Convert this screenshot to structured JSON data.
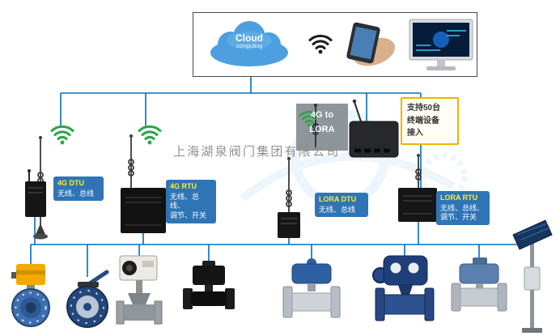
{
  "colors": {
    "connector_line": "#0070C0",
    "label_box_bg": "#2F75B5",
    "label_title": "#FFEB3B",
    "label_text": "#FFFFFF",
    "note_bg": "#FFFEF5",
    "note_border": "#F3B200",
    "wifi_icon_green": "#27A544",
    "cloud_blue": "#4D9FE0"
  },
  "icons": {
    "wifi": "wifi-icon",
    "antenna": "antenna-icon",
    "cloud": "cloud-icon",
    "monitor": "monitor-icon",
    "phone_in_hand": "phone-in-hand-icon",
    "solar": "solar-panel-icon"
  },
  "watermark": {
    "text": "上海湖泉阀门集团有限公司"
  },
  "cloud": {
    "title": "Cloud",
    "subtitle": "computing"
  },
  "gateway": {
    "line1": "4G to",
    "line2": "LORA"
  },
  "note": {
    "line1": "支持50台",
    "line2": "终端设备",
    "line3": "接入"
  },
  "labels": {
    "dtu4g": {
      "title": "4G DTU",
      "line1": "无线、总线"
    },
    "rtu4g": {
      "title": "4G RTU",
      "line1": "无线、总线、",
      "line2": "调节、开关"
    },
    "dtulora": {
      "title": "LORA DTU",
      "line1": "无线、总线"
    },
    "rtulora": {
      "title": "LORA RTU",
      "line1": "无线、总线、",
      "line2": "调节、开关"
    }
  },
  "equipment": [
    "motorized-butterfly-valve",
    "manual-butterfly-valve",
    "electric-gate-valve",
    "black-ball-valve",
    "flanged-ball-valve-blue-actuator",
    "electric-control-valve-with-gauges",
    "stainless-ball-valve-actuator",
    "solar-power-pole"
  ]
}
